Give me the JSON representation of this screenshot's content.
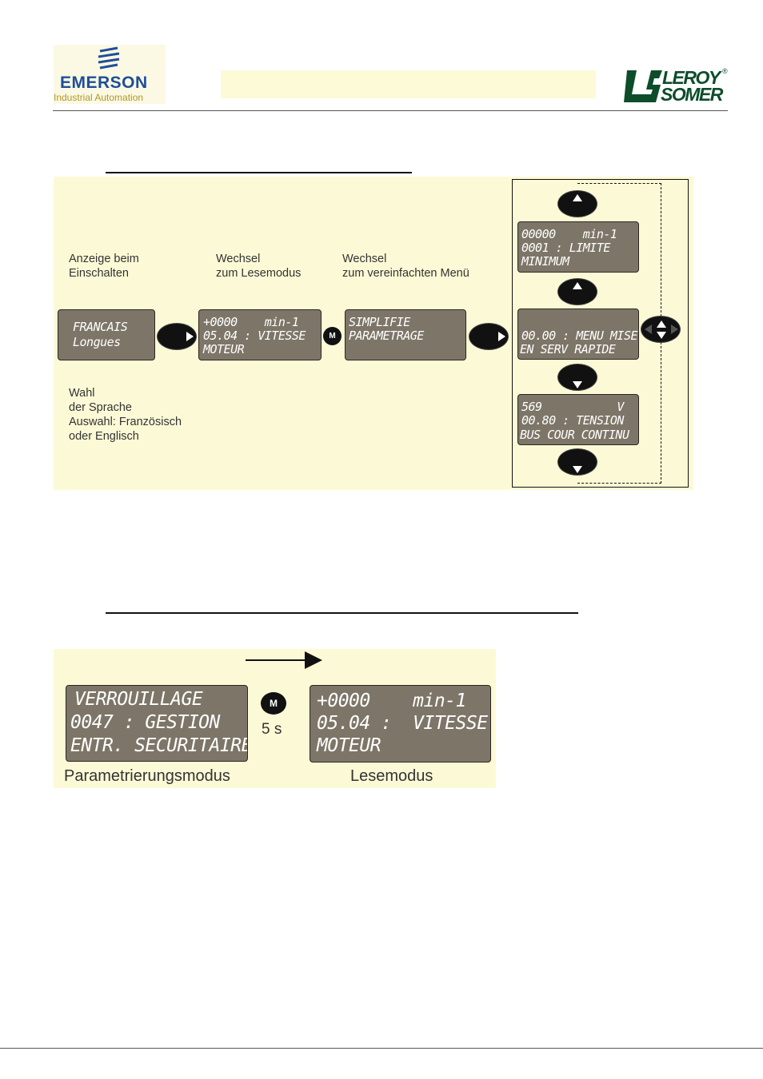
{
  "header": {
    "emerson_name": "EMERSON",
    "emerson_subtitle": "Industrial Automation",
    "leroy": "LEROY",
    "somer": "SOMER",
    "registered": "®"
  },
  "diagram1": {
    "labels": {
      "power_on": [
        "Anzeige beim",
        "Einschalten"
      ],
      "to_read_mode": [
        "Wechsel",
        "zum Lesemodus"
      ],
      "to_simple_menu": [
        "Wechsel",
        "zum vereinfachten Menü"
      ],
      "language_choice": [
        "Wahl",
        "der Sprache",
        "Auswahl: Französisch",
        "oder Englisch"
      ]
    },
    "screens": {
      "language": [
        "FRANCAIS",
        "Longues"
      ],
      "read_mode": [
        "+0000    min-1",
        "05.04 : VITESSE",
        "MOTEUR"
      ],
      "simplified": [
        "SIMPLIFIE",
        "PARAMETRAGE"
      ],
      "limit": [
        "00000    min-1",
        "0001 : LIMITE",
        "MINIMUM"
      ],
      "menu": [
        "00.00 : MENU MISE",
        "EN SERV RAPIDE"
      ],
      "voltage": [
        "569           V",
        "00.80 : TENSION",
        "BUS COUR CONTINU"
      ]
    },
    "m_button": "M"
  },
  "diagram2": {
    "screens": {
      "lock": [
        "VERROUILLAGE",
        "0047 : GESTION",
        "ENTR. SECURITAIRE"
      ],
      "read_mode": [
        "+0000    min-1",
        "05.04 :  VITESSE",
        "MOTEUR"
      ]
    },
    "m_button": "M",
    "duration": "5 s",
    "captions": {
      "param_mode": "Parametrierungsmodus",
      "read_mode": "Lesemodus"
    }
  }
}
